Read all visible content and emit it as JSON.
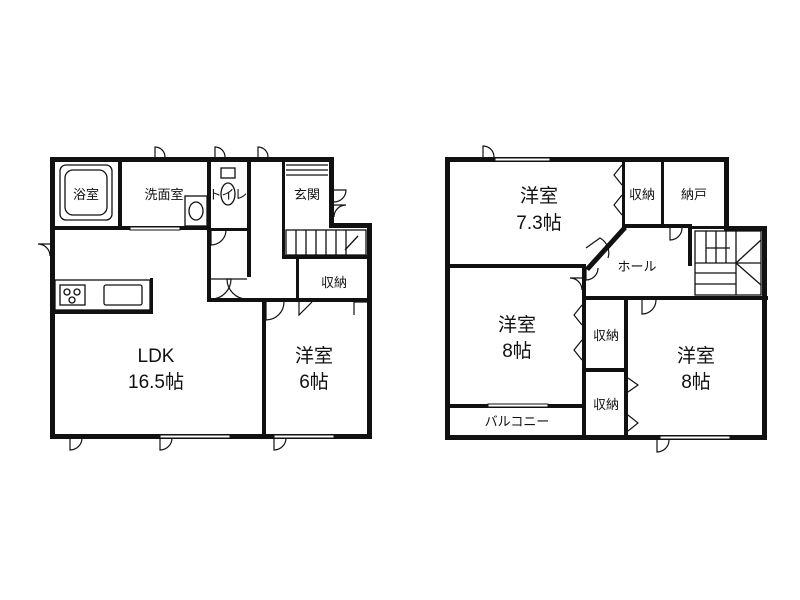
{
  "floors": [
    {
      "rooms": {
        "bath": "浴室",
        "washroom": "洗面室",
        "toilet": "トイレ",
        "entrance": "玄関",
        "storage": "収納",
        "ldk_name": "LDK",
        "ldk_size": "16.5帖",
        "western_name": "洋室",
        "western_size": "6帖"
      }
    },
    {
      "rooms": {
        "western1_name": "洋室",
        "western1_size": "7.3帖",
        "storage1": "収納",
        "closet": "納戸",
        "hall": "ホール",
        "western2_name": "洋室",
        "western2_size": "8帖",
        "storage2": "収納",
        "storage3": "収納",
        "western3_name": "洋室",
        "western3_size": "8帖",
        "balcony": "バルコニー"
      }
    }
  ]
}
